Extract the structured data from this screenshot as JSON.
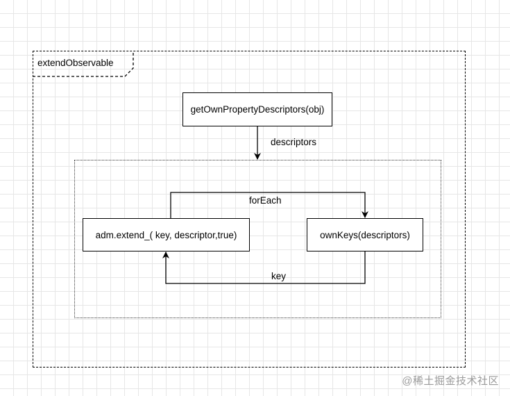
{
  "frame": {
    "title": "extendObservable"
  },
  "nodes": {
    "descriptors_call": "getOwnPropertyDescriptors(obj)",
    "extend_call": "adm.extend_( key, descriptor,true)",
    "own_keys": "ownKeys(descriptors)"
  },
  "edges": {
    "descriptors": "descriptors",
    "for_each": "forEach",
    "key": "key"
  },
  "watermark": "@稀土掘金技术社区"
}
